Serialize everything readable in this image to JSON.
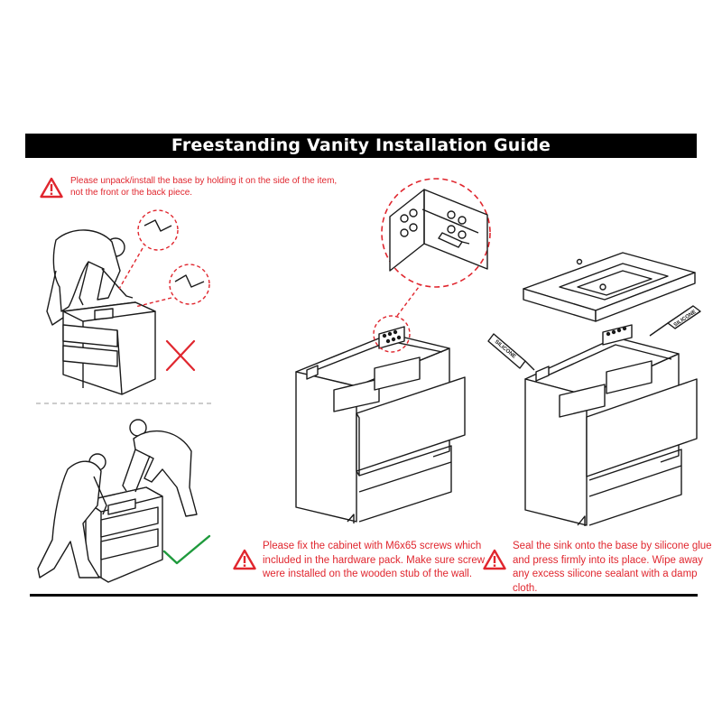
{
  "title": "Freestanding Vanity Installation Guide",
  "warnings": {
    "unpack": "Please unpack/install the base by holding it on the side of the item,\nnot the front or the back piece.",
    "fix_screws": "Please fix the cabinet with M6x65 screws which\nincluded in the hardware pack. Make sure screw\nwere installed on the wooden stub of the wall.",
    "seal_sink": "Seal the sink onto the base by silicone glue\nand press firmly into its place. Wipe away\nany excess silicone sealant with a damp cloth."
  },
  "labels": {
    "silicone_left": "SILICONE",
    "silicone_right": "SILICONE"
  },
  "colors": {
    "warning_red": "#e0262e",
    "check_green": "#1e9a3c",
    "title_bar": "#000000"
  },
  "icons": {
    "warning": "warning-triangle-icon",
    "wrong": "red-cross-icon",
    "correct": "green-check-icon"
  }
}
